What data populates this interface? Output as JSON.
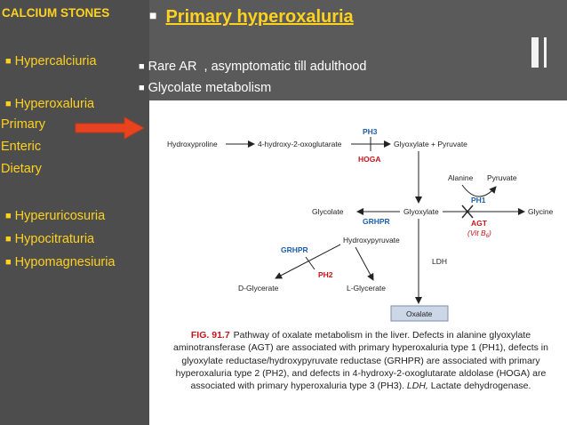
{
  "sidebar": {
    "title": "CALCIUM STONES",
    "hypercalciuria": "Hypercalciuria",
    "hyperoxaluria": "Hyperoxaluria",
    "primary": "Primary",
    "enteric": "Enteric",
    "dietary": "Dietary",
    "hyperuricosuria": "Hyperuricosuria",
    "hypocitraturia": "Hypocitraturia",
    "hypomagnesiuria": "Hypomagnesiuria"
  },
  "main": {
    "title": "Primary hyperoxaluria",
    "bullets": [
      "Rare AR  , asymptomatic till adulthood",
      "Glycolate metabolism"
    ]
  },
  "diagram": {
    "hydroxyproline": "Hydroxyproline",
    "hog": "4-hydroxy-2-oxoglutarate",
    "glyoxylate_pyruvate": "Glyoxylate + Pyruvate",
    "ph3": "PH3",
    "hoga": "HOGA",
    "alanine": "Alanine",
    "pyruvate": "Pyruvate",
    "ph1": "PH1",
    "agt": "AGT",
    "vitb6": "(Vit B",
    "vitb6_sub": "6",
    "vitb6_end": ")",
    "glycolate": "Glycolate",
    "glyoxylate": "Glyoxylate",
    "glycine": "Glycine",
    "grhpr": "GRHPR",
    "hydroxypyruvate": "Hydroxypyruvate",
    "grhpr2": "GRHPR",
    "ph2": "PH2",
    "ldh": "LDH",
    "d_glycerate": "D-Glycerate",
    "l_glycerate": "L-Glycerate",
    "oxalate": "Oxalate"
  },
  "caption": {
    "fig_label": "FIG. 91.7",
    "text1": "Pathway of oxalate metabolism in the liver. Defects in alanine glyoxylate aminotransferase (AGT) are associated with primary hyperoxaluria type 1 (PH1), defects in glyoxylate reductase/hydroxypyruvate reductase (GRHPR) are associated with primary hyperoxaluria type 2 (PH2), and defects in 4-hydroxy-2-oxoglutarate aldolase (HOGA) are associated with primary hyperoxaluria type 3 (PH3). ",
    "ldh_abbr": "LDH,",
    "text2": " Lactate dehydrogenase."
  },
  "colors": {
    "accent_yellow": "#ffd21f",
    "arrow_red": "#e8431f",
    "enzyme_blue": "#1f5fa8",
    "defect_red": "#c4161c",
    "background": "#5a5a5a"
  }
}
